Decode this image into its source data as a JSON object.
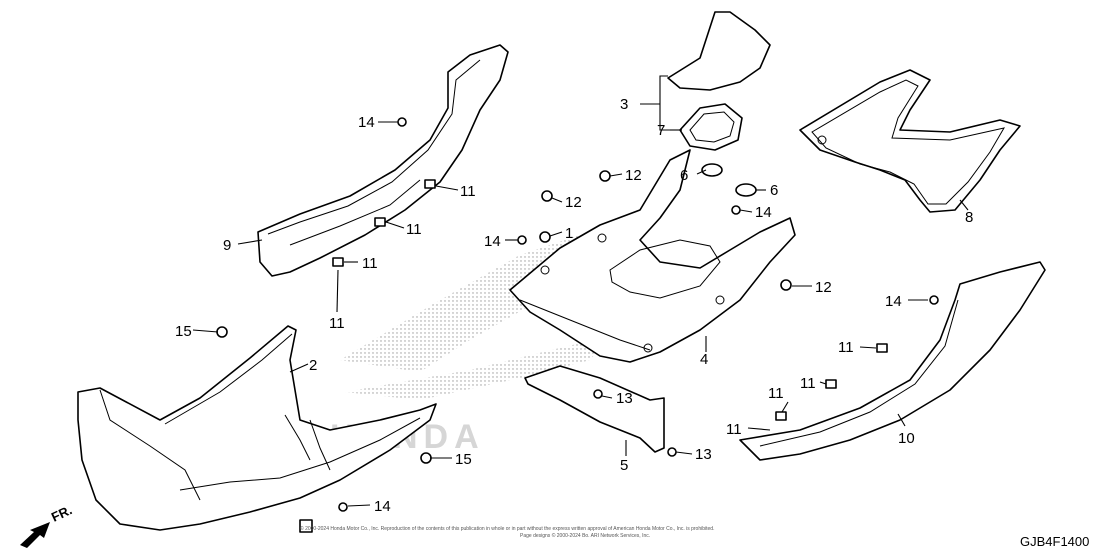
{
  "diagram": {
    "figure_code": "GJB4F1400",
    "front_marker": "FR.",
    "watermark": "HONDA",
    "copyright_line1": "© 2000-2024 Honda Motor Co., Inc. Reproduction of the contents of this publication in whole or in part without the express written approval of American Honda Motor Co., Inc. is prohibited.",
    "copyright_line2": "Page designs © 2000-2024 Bo. ARI Network Services, Inc.",
    "callouts": {
      "c1": "1",
      "c2": "2",
      "c3": "3",
      "c4": "4",
      "c5": "5",
      "c6a": "6",
      "c6b": "6",
      "c7": "7",
      "c8": "8",
      "c9": "9",
      "c10": "10",
      "c11a": "11",
      "c11b": "11",
      "c11c": "11",
      "c11d": "11",
      "c11e": "11",
      "c11f": "11",
      "c11g": "11",
      "c11h": "11",
      "c12a": "12",
      "c12b": "12",
      "c12c": "12",
      "c13a": "13",
      "c13b": "13",
      "c14a": "14",
      "c14b": "14",
      "c14c": "14",
      "c14d": "14",
      "c15a": "15",
      "c15b": "15"
    }
  }
}
